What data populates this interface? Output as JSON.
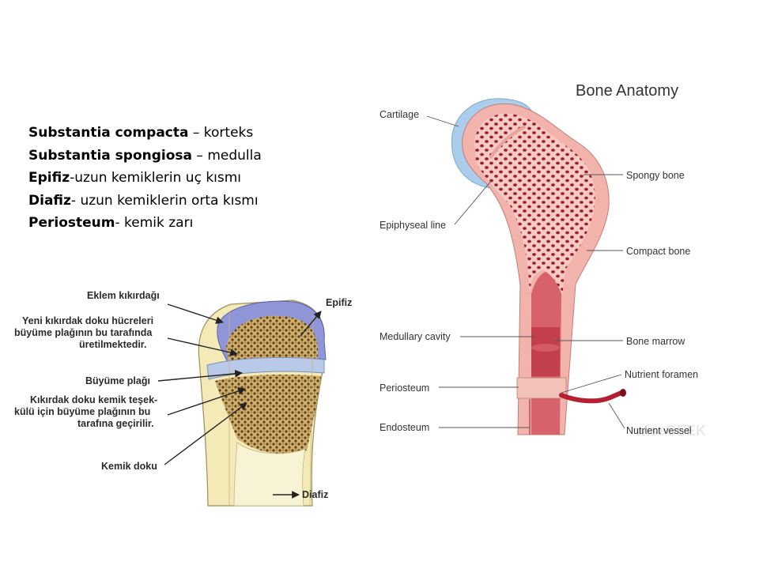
{
  "terms": [
    {
      "bold": "Substantia compacta",
      "rest": " – korteks"
    },
    {
      "bold": "Substantia spongiosa",
      "rest": " – medulla"
    },
    {
      "bold": "Epifiz",
      "rest": "-uzun kemiklerin uç kısmı"
    },
    {
      "bold": "Diafiz",
      "rest": "- uzun kemiklerin orta kısmı"
    },
    {
      "bold": "Periosteum",
      "rest": "- kemik zarı"
    }
  ],
  "left_diagram": {
    "eklem": "Eklem kıkırdağı",
    "yeni": [
      "Yeni kıkırdak doku hücreleri",
      "büyüme plağının bu tarafında",
      "üretilmektedir."
    ],
    "buyume": "Büyüme plağı",
    "kikirdak": [
      "Kıkırdak doku kemik teşek-",
      "külü için büyüme plağının bu",
      "tarafına geçirilir."
    ],
    "kemik": "Kemik doku",
    "epifiz": "Epifiz",
    "diafiz": "Diafiz"
  },
  "right_diagram": {
    "title": "Bone Anatomy",
    "cartilage": "Cartilage",
    "spongy": "Spongy bone",
    "epiphyseal": "Epiphyseal line",
    "compact": "Compact bone",
    "medullary": "Medullary cavity",
    "marrow": "Bone marrow",
    "foramen": "Nutrient foramen",
    "periosteum": "Periosteum",
    "endosteum": "Endosteum",
    "vessel": "Nutrient vessel",
    "watermark": "wiseGEEK"
  },
  "colors": {
    "cartilage": "#a9cdea",
    "bone_pink": "#f1b3ac",
    "spongy_hole": "#9b1f33",
    "marrow": "#c2404e",
    "cavity": "#d7626c",
    "epiphysis_blue": "#8f95d6",
    "bone_yellow": "#f4eab7",
    "spongy_brown": "#7a5a2a"
  }
}
